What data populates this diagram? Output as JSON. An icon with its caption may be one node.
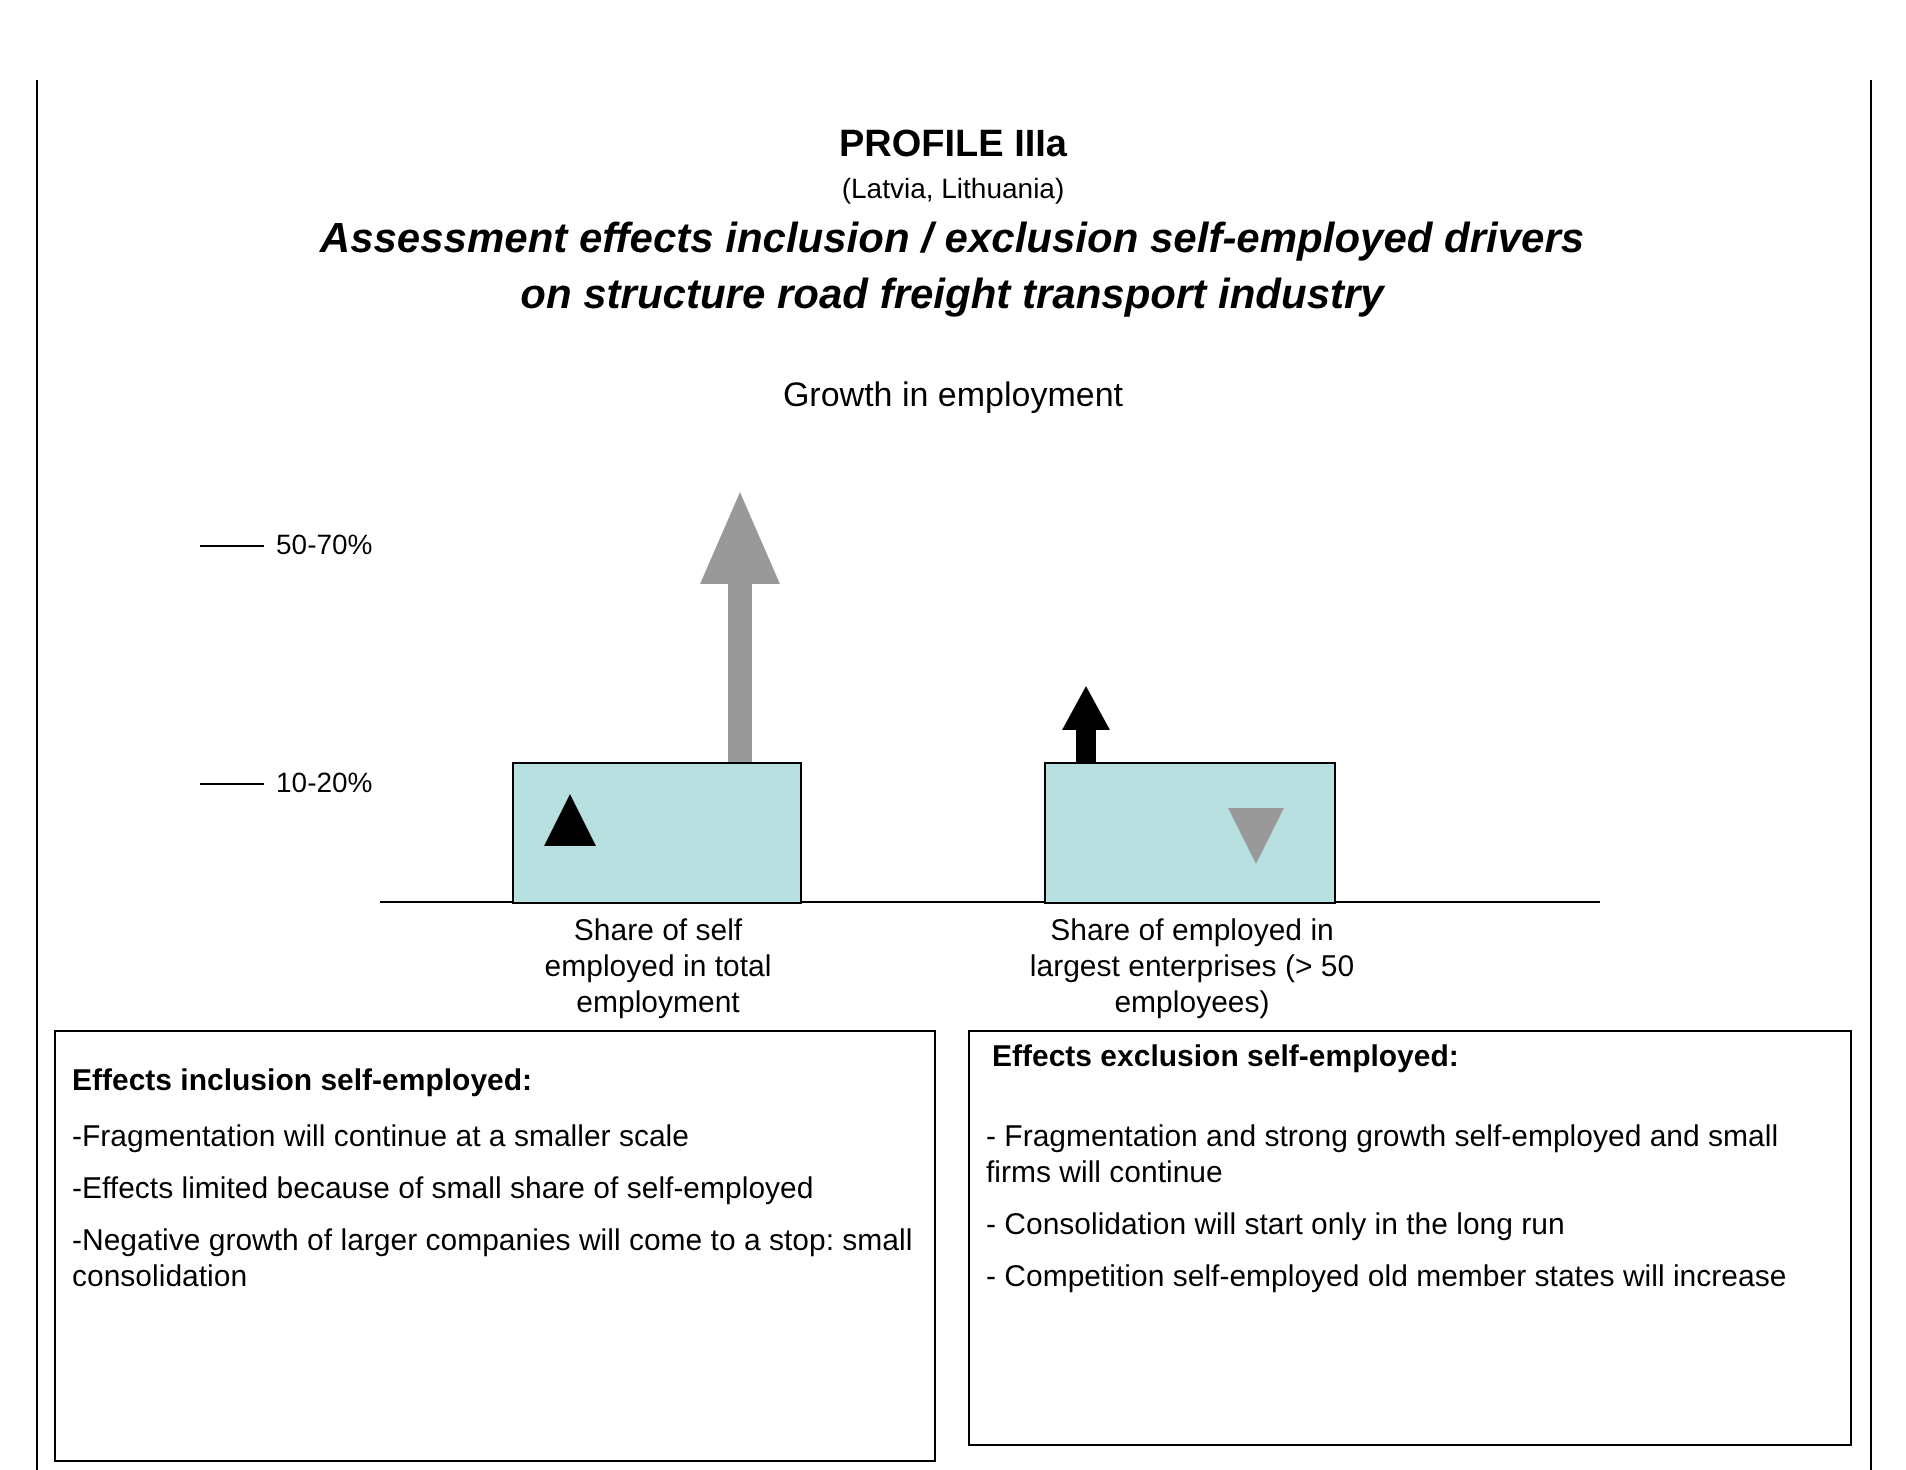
{
  "diagram": {
    "title": "PROFILE IIIa",
    "nodes": [
      {
        "text": [
          "Share of self employed in total employment"
        ]
      },
      {
        "text": [
          "Share of employed in largest enterprises (> 50 employees)"
        ]
      },
      {
        "text": [
          "-Fragmentation will continue at a smaller scale",
          "-Effects limited because of small share of self-employed",
          "-Negative growth of larger companies will come to a stop: small consolidation"
        ]
      },
      {
        "text": [
          "- Fragmentation and strong growth self-employed and small firms will continue",
          "- Consolidation will start only in the long run",
          "- Competition self-employed old member states will increase"
        ]
      }
    ],
    "edges": [],
    "labels": [
      "(Latvia, Lithuania)",
      "Assessment effects inclusion / exclusion self-employed drivers on structure road freight transport industry",
      "Growth in employment",
      "50-70%",
      "10-20%"
    ],
    "legend": [
      {
        "text": "Effects inclusion self-employed:"
      },
      {
        "text": "Effects exclusion self-employed:"
      }
    ]
  }
}
